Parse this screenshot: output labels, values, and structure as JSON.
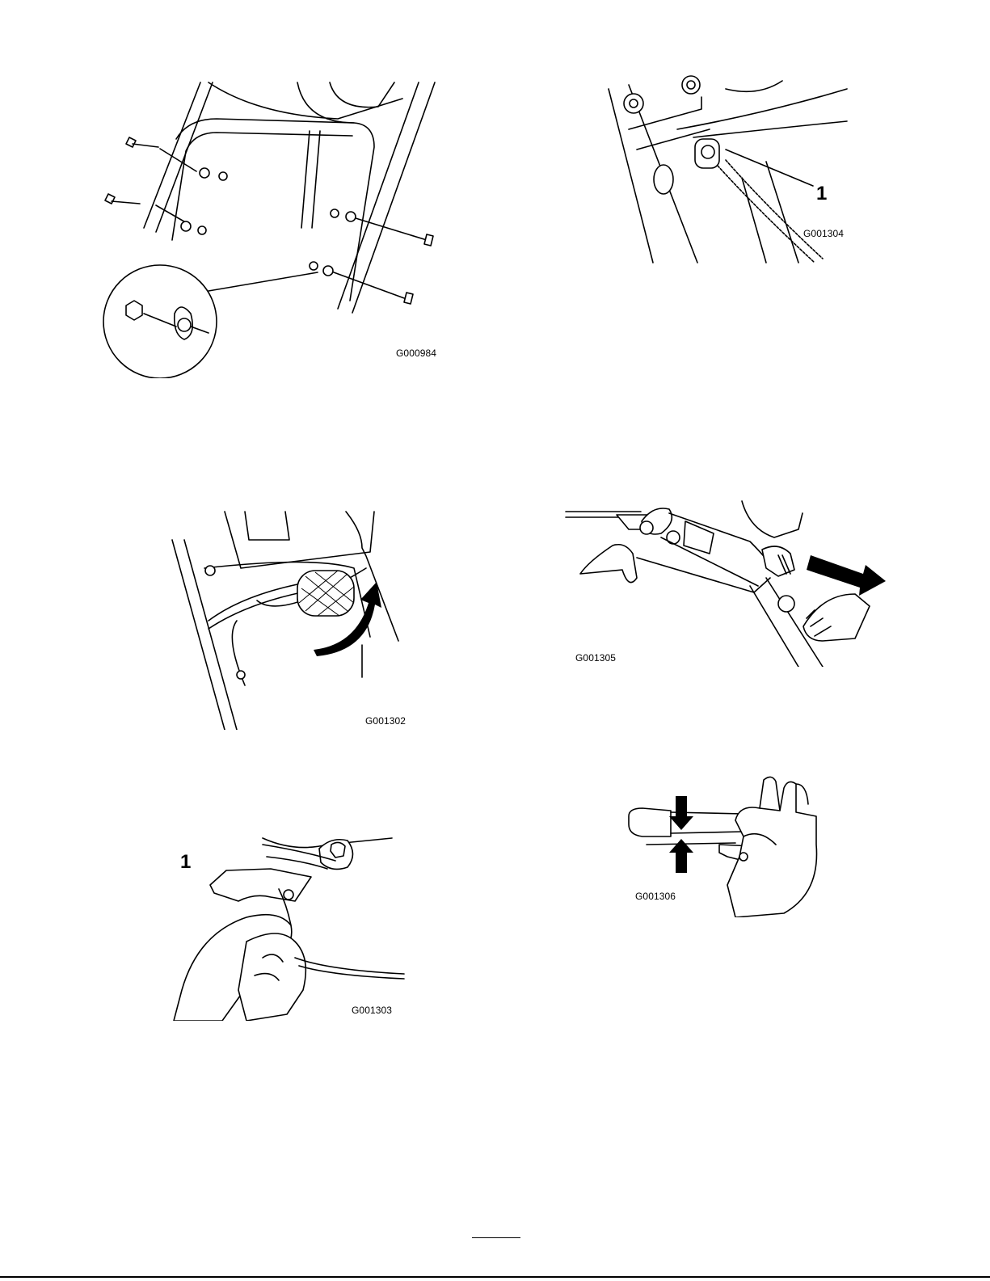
{
  "figures": [
    {
      "id": "G000984"
    },
    {
      "id": "G001304",
      "callout": "1"
    },
    {
      "id": "G001302"
    },
    {
      "id": "G001305"
    },
    {
      "id": "G001303",
      "callout": "1"
    },
    {
      "id": "G001306"
    }
  ]
}
